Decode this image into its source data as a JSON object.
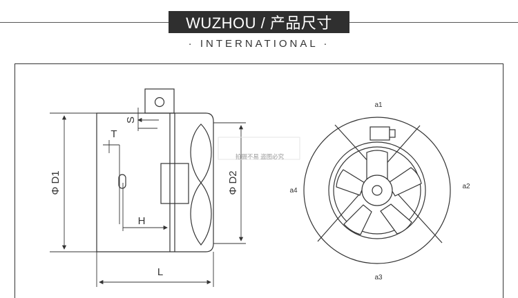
{
  "header": {
    "title": "WUZHOU / 产品尺寸",
    "subtitle": "· INTERNATIONAL ·"
  },
  "side_view": {
    "label_s": "S",
    "label_t": "T",
    "label_d1": "Φ D1",
    "label_d2": "Φ D2",
    "label_h": "H",
    "label_l": "L"
  },
  "front_view": {
    "label_a1": "a1",
    "label_a2": "a2",
    "label_a3": "a3",
    "label_a4": "a4"
  },
  "watermark": "拍摄不易  盗图必究",
  "colors": {
    "line": "#333333",
    "title_bg": "#2f2f2f"
  }
}
